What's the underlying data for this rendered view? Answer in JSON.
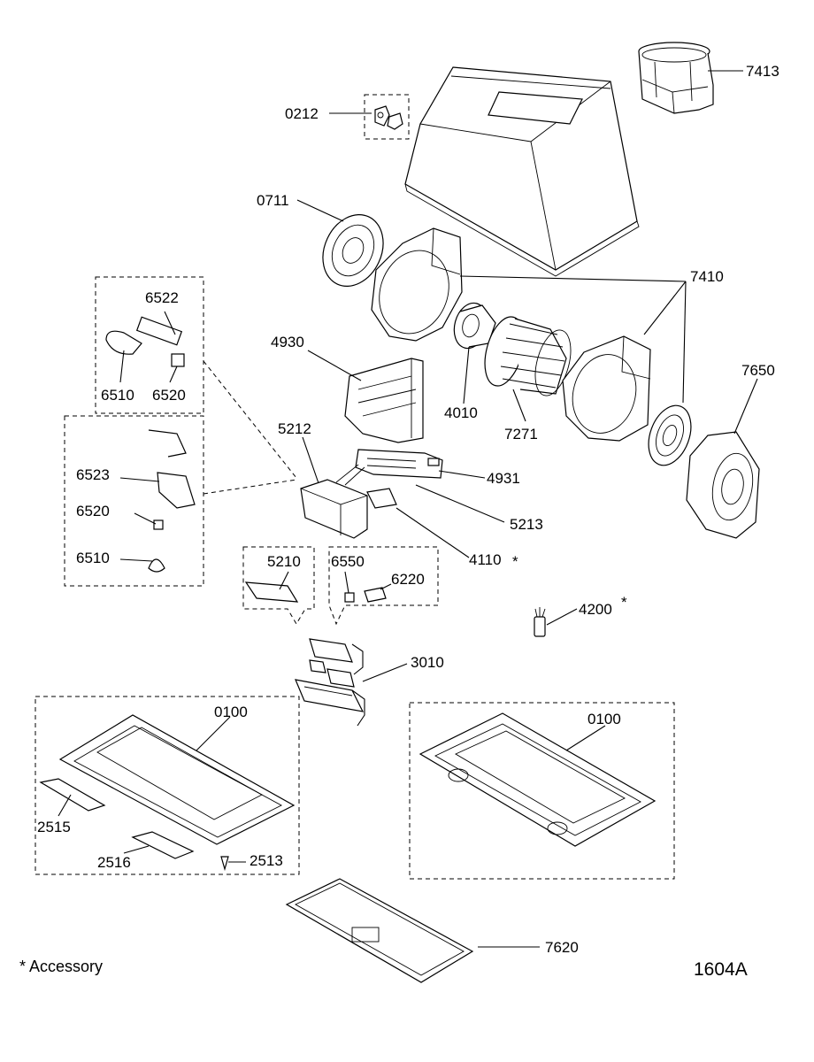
{
  "labels": {
    "p7413": "7413",
    "p0212": "0212",
    "p0711": "0711",
    "p7410": "7410",
    "p6522": "6522",
    "p4930": "4930",
    "p7650": "7650",
    "p6510a": "6510",
    "p6520a": "6520",
    "p4010": "4010",
    "p7271": "7271",
    "p5212": "5212",
    "p4931": "4931",
    "p6523": "6523",
    "p6520b": "6520",
    "p5213": "5213",
    "p6510b": "6510",
    "p4110": "4110",
    "p5210": "5210",
    "p6550": "6550",
    "p6220": "6220",
    "p4200": "4200",
    "p3010": "3010",
    "p0100a": "0100",
    "p0100b": "0100",
    "p2515": "2515",
    "p2516": "2516",
    "p2513": "2513",
    "p7620": "7620"
  },
  "accessory_marks": {
    "m4110": "*",
    "m4200": "*"
  },
  "footnote": "* Accessory",
  "drawing_code": "1604A"
}
